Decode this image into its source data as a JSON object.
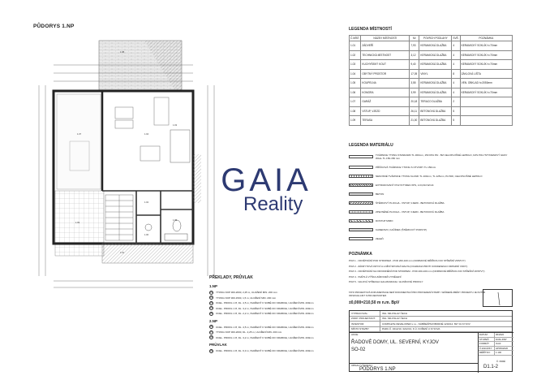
{
  "page_title": "PŮDORYS 1.NP",
  "logo": {
    "line1": "GAIA",
    "line2": "Reality",
    "color": "#2d3a72"
  },
  "rooms": {
    "title": "LEGENDA MÍSTNOSTÍ",
    "headers": [
      "Č.MÍST.",
      "NÁZEV MÍSTNOSTI",
      "M²",
      "POVRCH PODLAHY",
      "SVĚ.",
      "POZNÁMKA"
    ],
    "rows": [
      [
        "1.01",
        "ZÁDVEŘÍ",
        "7,93",
        "KERAMICKÁ DLAŽBA",
        "4",
        "KERAMICKÝ SOKLÍK h=70mm"
      ],
      [
        "1.02",
        "TECHNICKÁ MÍSTNOST",
        "3,12",
        "KERAMICKÁ DLAŽBA",
        "4",
        "KERAMICKÝ SOKLÍK h=70mm"
      ],
      [
        "1.03",
        "KUCHYŇSKÝ KOUT",
        "9,40",
        "KERAMICKÁ DLAŽBA",
        "4",
        "KERAMICKÝ SOKLÍK h=70mm"
      ],
      [
        "1.04",
        "OBYTNÝ PROSTOR",
        "17,05",
        "VINYL",
        "8",
        "ZÁKLOVÁ LIŠTA"
      ],
      [
        "1.05",
        "KOUPELNA",
        "3,55",
        "KERAMICKÁ DLAŽBA",
        "4",
        "VEN. OBKLAD h=2050mm"
      ],
      [
        "1.06",
        "KOMORA",
        "3,99",
        "KERAMICKÁ DLAŽBA",
        "4",
        "KERAMICKÝ SOKLÍK h=70mm"
      ],
      [
        "1.07",
        "GARÁŽ",
        "20,18",
        "TERACO DLAŽBA",
        "2",
        ""
      ],
      [
        "1.08",
        "VSTUP, VJEZD",
        "26,11",
        "BETONOVÁ DLAŽBA",
        "5",
        ""
      ],
      [
        "1.09",
        "TERASA",
        "21,00",
        "BETONOVÁ DLAŽBA",
        "5",
        ""
      ]
    ]
  },
  "materials": {
    "title": "LEGENDA MATERIÁLU",
    "items": [
      "TVÁRNICE YTONG STANDARD TL.300mm, 150 KPA P4/...5M CELOPLOŠNÉ LEPIDLO, KZS POLYSTYRENOVÝ GRAY WALL TL.150-150 mm",
      "PŘÍČKOVÁ TVÁRNICE YTONG S OTVORY TL.150mm",
      "NENOSNÉ TVÁRNICE YTONG KLASIK TL.100mm, TL.125mm, P2-500, CELOPLOŠNÉ LEPIDLO",
      "EXTRUDOVANÝ POLYSTYREN XPS, λ=0,034 W/mK",
      "BETON",
      "ŠTĚRKOVÝ PLOCHA - VSTUP, VJEZD - BETONOVÁ DLAŽBA",
      "ZPEVNĚNÉ PLOCHA - VSTUP, VJEZD - BETONOVÁ DLAŽBA",
      "DOSTUP MIMO",
      "KAMENIVO, KAČÍREK (ŠTĚRKOVÝ PODSYP)",
      "ZELEŇ"
    ]
  },
  "notes": {
    "title": "POZNÁMKA",
    "items": [
      "POZ 1 - ODVĚTRÁNÍ POD STROPEM - POD 200-100 mm (NORMOVÉ MŘÍŽKOU DO STŘEŠNÍ VRSTVY)",
      "POZ 2 - ZÁKRYTOVÁ KRYCÍ A LOŽNÍ SPOJNÁ MALTA (OCHRANA PROTI KONDENZACI ODPADNÍ VODY)",
      "POZ 3 - ODVĚTRÁNÍ NA ODVODNĚNÍ POD STROPEM - POD 200-100 mm (NORMOVÉ MŘÍŽKOU DO STŘEŠNÍ VRSTVY)",
      "POZ 4 - SVĚTLÁ VÝŠKA ZÁROVEŇ VYDĚLENÍ",
      "POZ 5 - VALOVÁ STŘECHA GALVANIZACE / HLINÍKOVÉ PROFILY"
    ]
  },
  "profiles": {
    "title": "PŘEKLADY, PRŮVLAK",
    "groups": [
      {
        "heading": "1.NP",
        "items": [
          [
            "P1",
            "YTONG NOP 300-2000, 2,25 m, ULOŽENÍ MIN. 200 mm"
          ],
          [
            "P2",
            "YTONG NOP 300-1500, 1,5 m, ULOŽENÍ MIN. 200 mm"
          ],
          [
            "P3",
            "OCEL. PROFIL U 8, DL. 4,5 m, SVAŘENÝ K SOBĚ DO KRABICE, ULOŽENÍ MIN. 200mm"
          ],
          [
            "P4",
            "OCEL. PROFIL U 8, DL. 3,2 m, SVAŘENÝ K SOBĚ DO KRABICE, ULOŽENÍ MIN. 200mm"
          ],
          [
            "P5",
            "OCEL. PROFIL U 8, DL. 2,2 m, SVAŘENÝ K SOBĚ DO KRABICE, ULOŽENÍ MIN. 200mm"
          ]
        ]
      },
      {
        "heading": "2.NP",
        "items": [
          [
            "P6",
            "OCEL. PROFIL U 8, DL. 4,5 m, SVAŘENÝ K SOBĚ DO KRABICE, ULOŽENÍ MIN. 200mm"
          ],
          [
            "P7",
            "YTONG NOP 300-2000, DL. 2,25 m, ULOŽENÍ MIN. 200 mm"
          ],
          [
            "P8",
            "OCEL. PROFIL U 8, DL. 3,2 m, SVAŘENÝ K SOBĚ DO KRABICE, ULOŽENÍ MIN. 200mm"
          ]
        ]
      },
      {
        "heading": "PRŮVLAK",
        "items": [
          [
            "P9",
            "OCEL. PROFIL U 8, DL. 6,3 m, SVAŘENÝ K SOBĚ DO KRABICE, ULOŽENÍ MIN. 200mm"
          ]
        ]
      }
    ]
  },
  "disclaimer": "TATO PROJEKTOVÁ DOKUMENTACE NENÍ DOKUMENTACÍ PRO PROVEDENÍ STAVBY. VEŠKERÉ ZMĚNY PROJEKTU JE NUTNÉ ODSOUHLASIT S PROJEKTANTEM.",
  "elevation": "±0,000=210,50 m n.m. BpV",
  "title_block": {
    "rows": [
      [
        "VYPRACOVAL:",
        "ING. MILOSLAV ČECH"
      ],
      [
        "ZODP. PROJEKTANT:",
        "ING. MILOSLAV ČECH"
      ],
      [
        "INVESTOR:",
        "COMPLETE DEVELOPER s.r.o., NÁBŘEŽÍ/SVOBODNÉ 1234/14, 697 01 KYJOV"
      ],
      [
        "MÍSTO STAVBY:",
        "PARC.Č. 3212/10, 3212/13, K.Ú. KOŘENÍ U KYJOVA"
      ]
    ],
    "akce_label": "AKCE:",
    "project": "ŘADOVÉ DOMY, UL. SEVERNÍ, KYJOV",
    "object": "SO-02",
    "drawing_label": "OBSAH VÝKRESU:",
    "drawing": "PŮDORYS 1.NP",
    "side": [
      [
        "DATUM:",
        "06/2022"
      ],
      [
        "STUPEŇ:",
        "DUR+DSP"
      ],
      [
        "FORMÁT:",
        "3xA4"
      ],
      [
        "Č.ZAKÁZKY:",
        "HPK842020"
      ],
      [
        "MĚŘÍTKO:",
        "1:100"
      ]
    ],
    "copies_label": "Č. PARÉ",
    "code": "D1.1-2"
  }
}
